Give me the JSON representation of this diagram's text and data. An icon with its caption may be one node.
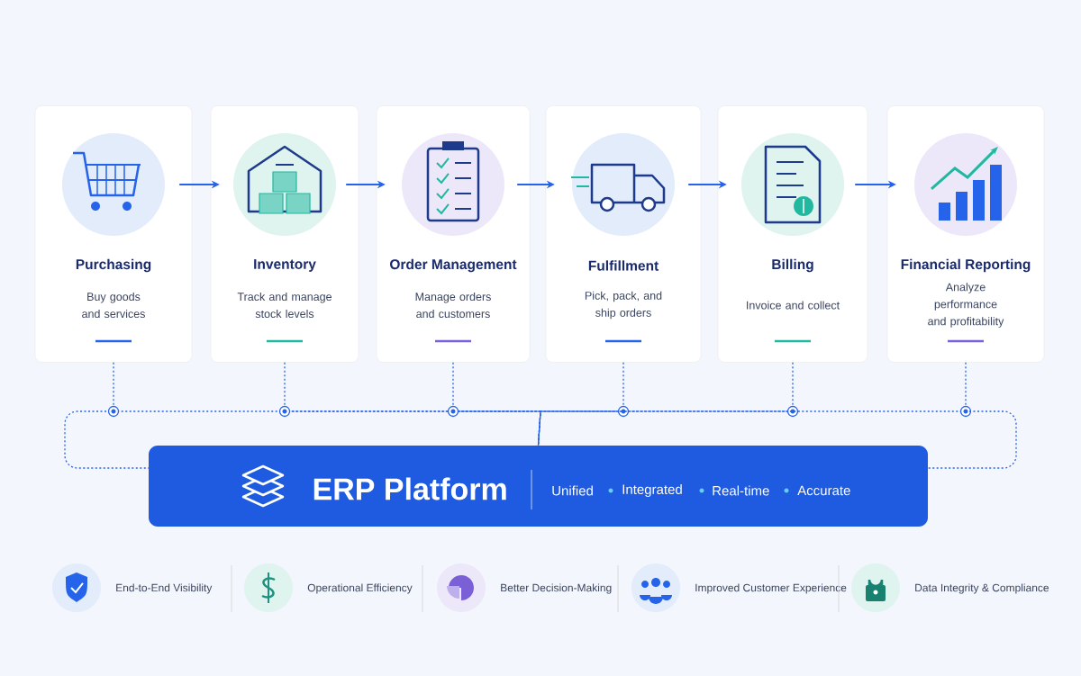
{
  "diagram": {
    "nodes": [
      {
        "text": [
          "Purchasing",
          "Buy goods and services"
        ]
      },
      {
        "text": [
          "Inventory",
          "Track and manage stock levels"
        ]
      },
      {
        "text": [
          "Order Management",
          "Manage orders and customers"
        ]
      },
      {
        "text": [
          "Fulfillment",
          "Pick, pack, and ship orders"
        ]
      },
      {
        "text": [
          "Billing",
          "Invoice and collect"
        ]
      },
      {
        "text": [
          "Financial Reporting",
          "Analyze performance and profitability"
        ]
      },
      {
        "text": [
          "ERP Platform",
          "Unified",
          "Integrated",
          "Real-time",
          "Accurate"
        ]
      }
    ],
    "edges": [
      {
        "from": 0,
        "to": 1,
        "arrow": "to"
      },
      {
        "from": 1,
        "to": 2,
        "arrow": "to"
      },
      {
        "from": 2,
        "to": 3,
        "arrow": "to"
      },
      {
        "from": 3,
        "to": 4,
        "arrow": "to"
      },
      {
        "from": 4,
        "to": 5,
        "arrow": "to"
      },
      {
        "from": 0,
        "to": 6,
        "arrow": "none",
        "style": "dashed"
      },
      {
        "from": 1,
        "to": 6,
        "arrow": "none",
        "style": "dashed"
      },
      {
        "from": 2,
        "to": 6,
        "arrow": "none",
        "style": "dashed"
      },
      {
        "from": 3,
        "to": 6,
        "arrow": "none",
        "style": "dashed"
      },
      {
        "from": 4,
        "to": 6,
        "arrow": "none",
        "style": "dashed"
      },
      {
        "from": 5,
        "to": 6,
        "arrow": "none",
        "style": "dashed"
      }
    ],
    "labels": [
      "End-to-End Visibility",
      "Operational Efficiency",
      "Better Decision-Making",
      "Improved Customer Experience",
      "Data Integrity & Compliance"
    ]
  }
}
